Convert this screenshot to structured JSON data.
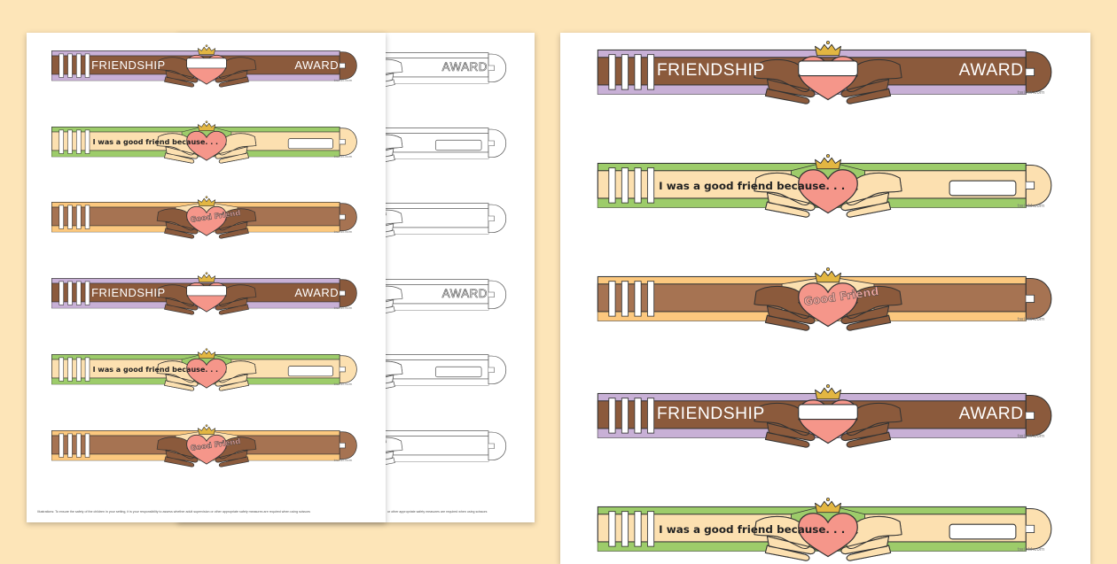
{
  "colors": {
    "background": "#fde5b8",
    "purple": "#c8b0d6",
    "green": "#9dcc6a",
    "orange": "#fcc87e",
    "brown_dark": "#8b5a3c",
    "brown_light": "#a67352",
    "tan": "#fce0b0",
    "heart": "#f5968a",
    "crown": "#e2b642"
  },
  "labels": {
    "friendship": "FRIENDSHIP",
    "award": "AWARD",
    "good_friend_prompt": "I was a good friend because. . .",
    "heart_text": "Good Friend",
    "brand": "twinkl.com"
  },
  "sheet_left_color": {
    "footer": "Illustrations: To ensure the safety of the children in your setting, it is your responsibility to assess whether adult supervision or other appropriate safety measures are required when using scissors"
  },
  "sheet_left_bw": {
    "footer": "or other appropriate safety measures are required when using scissors"
  }
}
